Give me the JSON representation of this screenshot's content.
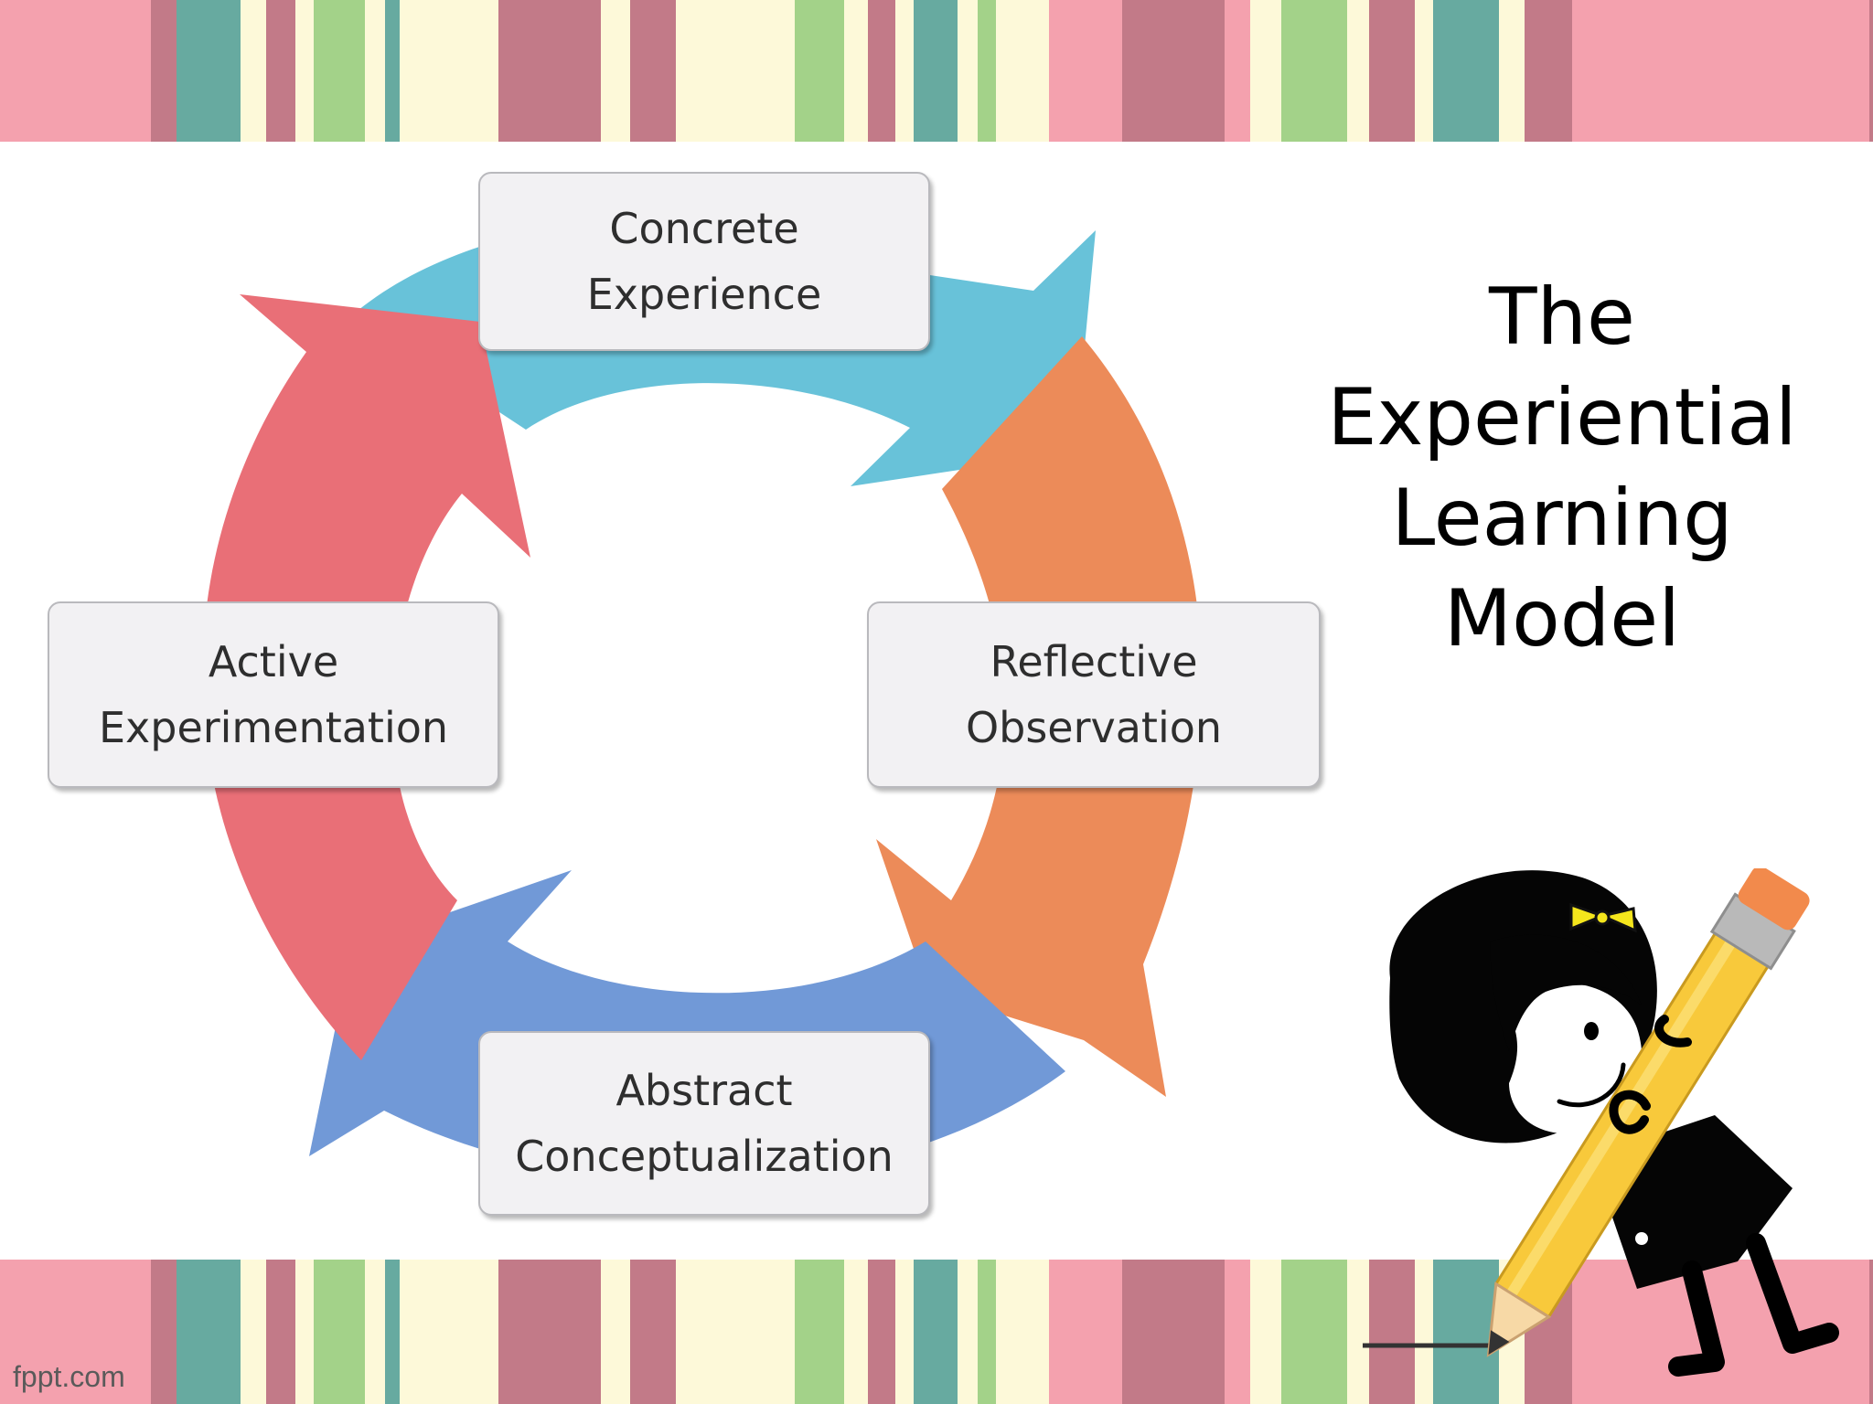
{
  "title": {
    "lines": [
      "The",
      "Experiential",
      "Learning",
      "Model"
    ]
  },
  "stages": {
    "concrete_experience": {
      "line1": "Concrete",
      "line2": "Experience"
    },
    "reflective_observation": {
      "line1": "Reflective",
      "line2": "Observation"
    },
    "abstract_conceptualization": {
      "line1": "Abstract",
      "line2": "Conceptualization"
    },
    "active_experimentation": {
      "line1": "Active",
      "line2": "Experimentation"
    }
  },
  "footer": {
    "brand": "fppt.com"
  },
  "colors": {
    "arrow_top": "#68c2d9",
    "arrow_right": "#ec8b59",
    "arrow_bottom": "#7199d7",
    "arrow_left": "#e96f77",
    "stripe_pink": "#f4a1ae",
    "stripe_mauve": "#c27a88",
    "stripe_teal": "#67aaa0",
    "stripe_green": "#a3d289",
    "stripe_cream": "#fdf9d9",
    "pencil_yellow": "#f8c93b",
    "bow_yellow": "#f5e61c"
  }
}
